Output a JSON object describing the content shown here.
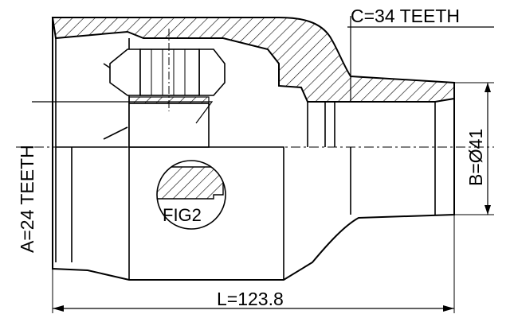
{
  "drawing": {
    "labels": {
      "c_teeth": "C=34 TEETH",
      "a_teeth": "A=24 TEETH",
      "b_diameter": "B=Ø41",
      "length": "L=123.8",
      "fig": "FIG2"
    },
    "colors": {
      "line": "#000000",
      "background": "#ffffff"
    }
  }
}
